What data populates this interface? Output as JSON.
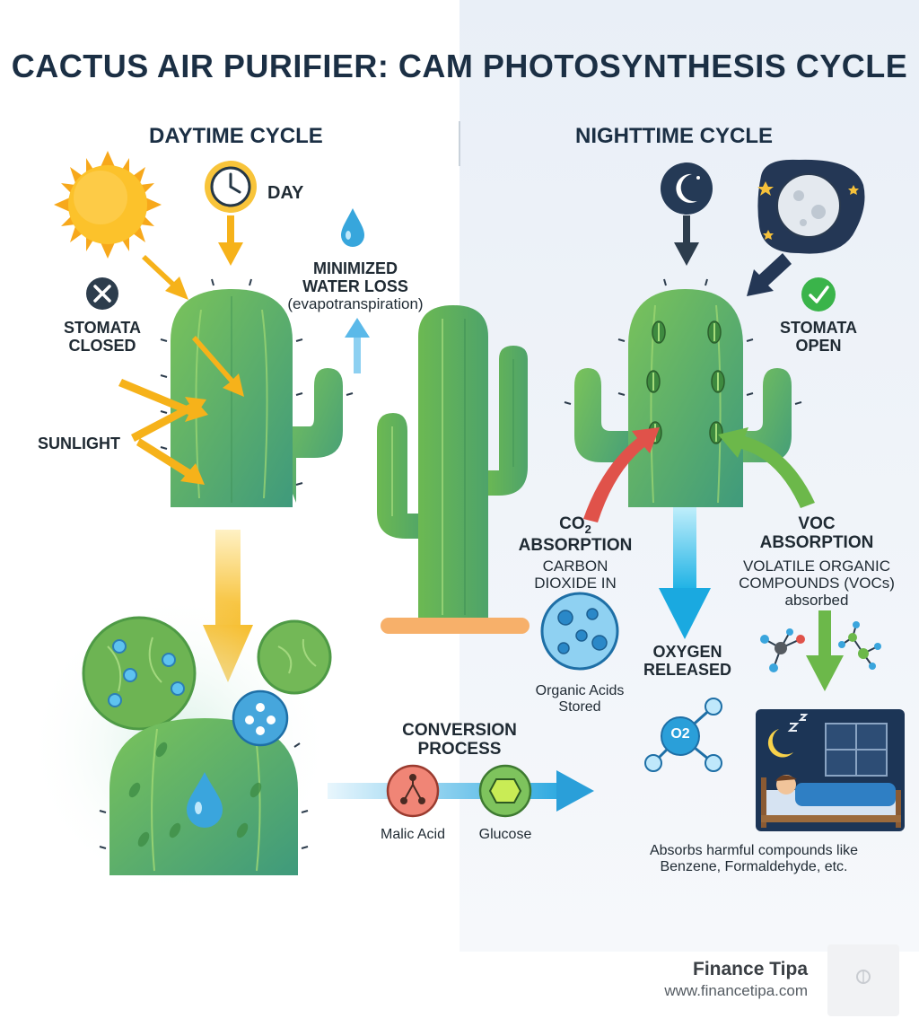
{
  "title": "CACTUS AIR PURIFIER: CAM PHOTOSYNTHESIS CYCLE",
  "day": {
    "heading": "DAYTIME CYCLE",
    "clock_label": "DAY",
    "stomata": "STOMATA\nCLOSED",
    "water_loss": "MINIMIZED\nWATER LOSS",
    "water_loss_note": "(evapotranspiration)",
    "sunlight": "SUNLIGHT"
  },
  "night": {
    "heading": "NIGHTTIME CYCLE",
    "stomata": "STOMATA\nOPEN",
    "co2_title_prefix": "CO",
    "co2_title_sub": "2",
    "co2_title_suffix": "ABSORPTION",
    "co2_note": "CARBON\nDIOXIDE IN",
    "voc_title": "VOC\nABSORPTION",
    "voc_note": "VOLATILE ORGANIC\nCOMPOUNDS (VOCs)\nabsorbed",
    "oxygen": "OXYGEN\nRELEASED",
    "o2_symbol": "O2",
    "acids": "Organic Acids\nStored",
    "harmful": "Absorbs harmful compounds like\nBenzene, Formaldehyde, etc."
  },
  "conversion": {
    "title": "CONVERSION\nPROCESS",
    "malic": "Malic Acid",
    "glucose": "Glucose"
  },
  "footer": {
    "brand": "Finance Tipa",
    "url": "www.financetipa.com"
  },
  "colors": {
    "cactus": "#5aa84e",
    "sun": "#f6b21a",
    "night_panel": "#eef3f9",
    "arrow_co2": "#e0524a",
    "arrow_voc": "#6cb84a",
    "arrow_o2": "#22b4e6",
    "text_dark": "#1b2f44"
  },
  "icons": [
    "sun-icon",
    "clock-icon",
    "water-drop-icon",
    "close-icon",
    "check-icon",
    "moon-icon",
    "full-moon-icon",
    "molecule-icon",
    "bed-icon",
    "logo-icon"
  ]
}
